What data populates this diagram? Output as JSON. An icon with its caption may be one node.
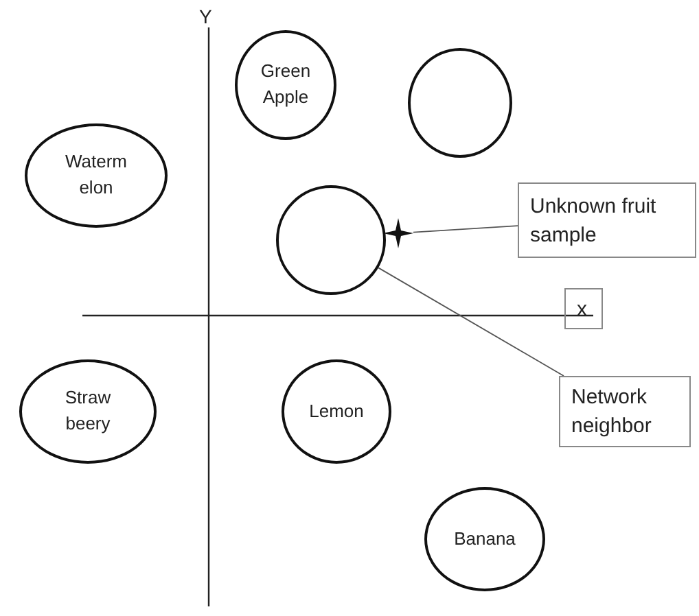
{
  "diagram": {
    "nodes": [
      {
        "text": [
          "Green Apple"
        ]
      },
      {
        "text": [],
        "shape": "circle"
      },
      {
        "text": [
          "Waterm elon"
        ]
      },
      {
        "text": [
          "Unknown fruit sample"
        ]
      },
      {
        "text": [],
        "shape": "circle"
      },
      {
        "text": [],
        "shape": "star"
      },
      {
        "text": [
          "x"
        ]
      },
      {
        "text": [
          "Network neighbor"
        ]
      },
      {
        "text": [
          "Straw beery"
        ]
      },
      {
        "text": [
          "Lemon"
        ]
      },
      {
        "text": [
          "Banana"
        ]
      }
    ],
    "edges": [
      {
        "from": 3,
        "to": 5,
        "arrow": "none"
      },
      {
        "from": 7,
        "to": 4,
        "arrow": "none"
      }
    ],
    "labels": [
      "Y"
    ]
  }
}
